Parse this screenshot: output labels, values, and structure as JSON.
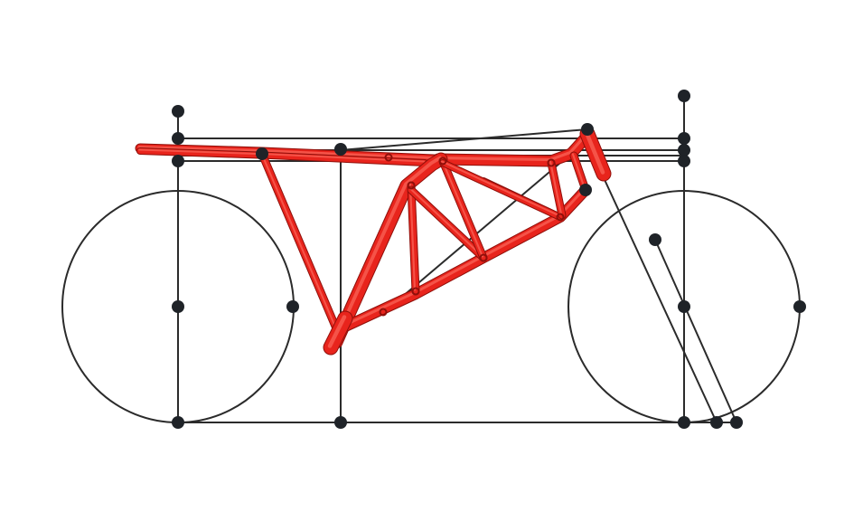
{
  "colors": {
    "background": "#ffffff",
    "guide": "#2b2b2b",
    "handle": "#1f2328",
    "frame_tube": "#e8241c",
    "frame_tube_dark": "#8f0f0a",
    "frame_tube_highlight": "#ff7a6e"
  },
  "scene": {
    "viewer": "frame-geometry-editor",
    "wheels": [
      "rear-wheel",
      "front-wheel"
    ],
    "frame_material": "steel-tube-trellis"
  }
}
